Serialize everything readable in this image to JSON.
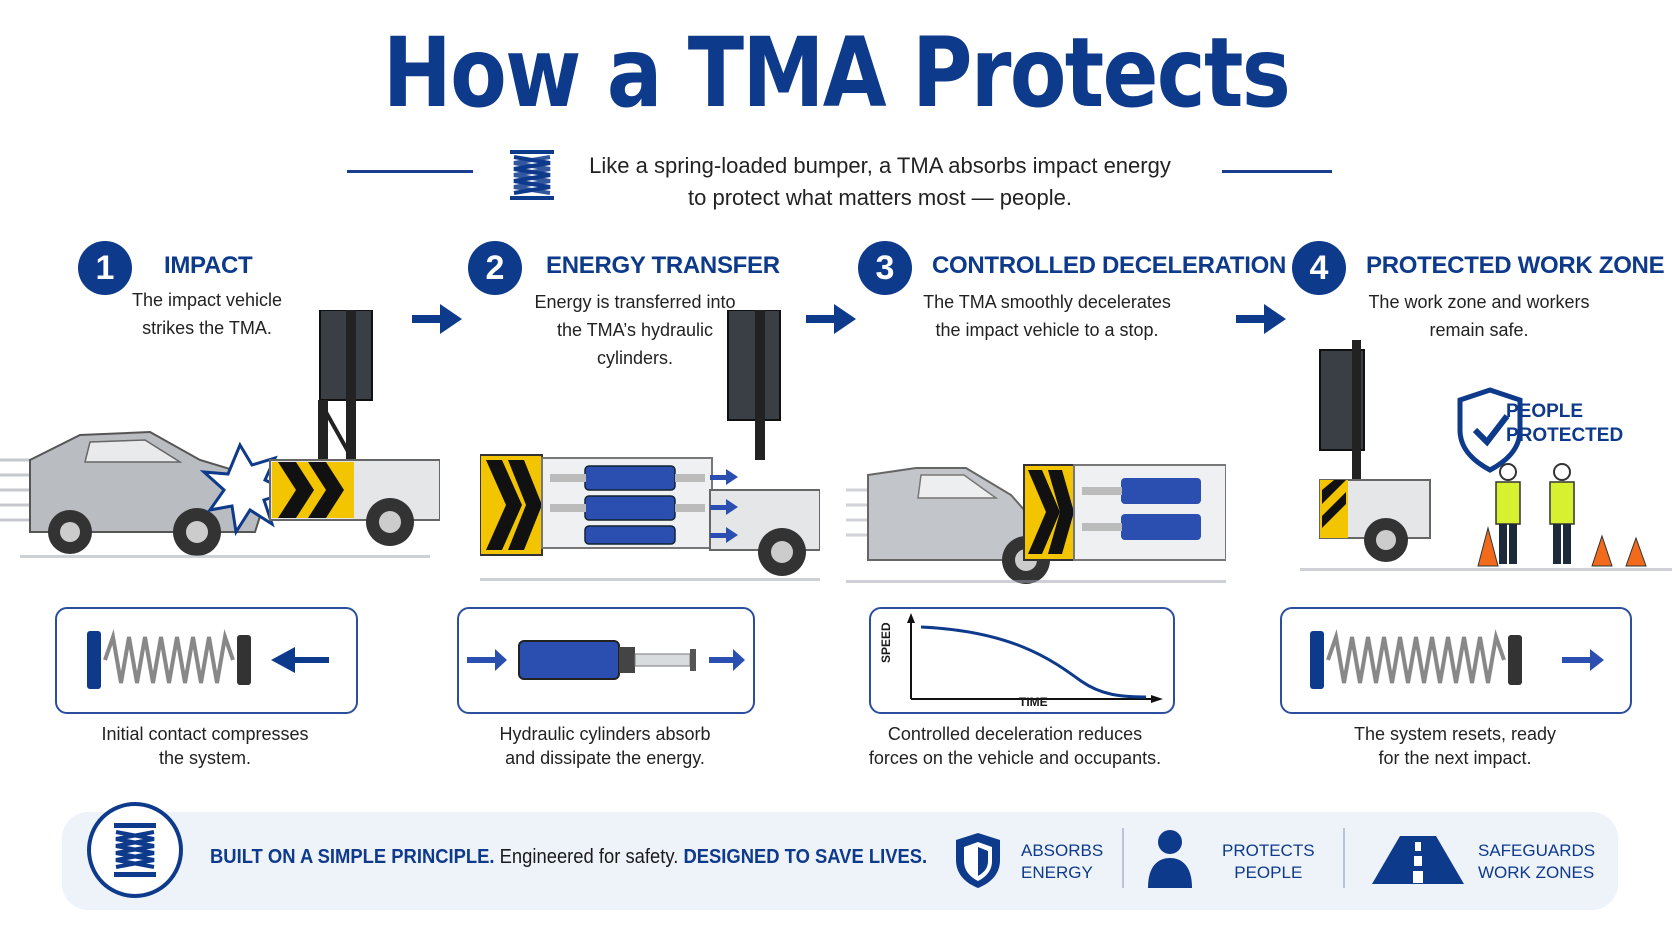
{
  "title": "How a TMA Protects",
  "subtitle": {
    "line1": "Like a spring-loaded bumper, a TMA absorbs impact energy",
    "line2": "to protect what matters most — people."
  },
  "steps": [
    {
      "num": "1",
      "title": "IMPACT",
      "desc": [
        "The impact vehicle",
        "strikes the TMA."
      ],
      "caption": [
        "Initial contact compresses",
        "the system."
      ]
    },
    {
      "num": "2",
      "title": "ENERGY TRANSFER",
      "desc": [
        "Energy is transferred into",
        "the TMA’s hydraulic",
        "cylinders."
      ],
      "caption": [
        "Hydraulic cylinders absorb",
        "and dissipate the energy."
      ]
    },
    {
      "num": "3",
      "title": "CONTROLLED DECELERATION",
      "desc": [
        "The TMA smoothly decelerates",
        "the impact vehicle to a stop."
      ],
      "caption": [
        "Controlled deceleration reduces",
        "forces on the vehicle and occupants."
      ]
    },
    {
      "num": "4",
      "title": "PROTECTED WORK ZONE",
      "desc": [
        "The work zone and workers",
        "remain safe."
      ],
      "caption": [
        "The system resets, ready",
        "for the next impact."
      ]
    }
  ],
  "badge": {
    "line1": "PEOPLE",
    "line2": "PROTECTED"
  },
  "graph": {
    "xlabel": "TIME",
    "ylabel": "SPEED"
  },
  "footer": {
    "bold1": "BUILT ON A SIMPLE PRINCIPLE.",
    "plain": "Engineered for safety.",
    "bold2": "DESIGNED TO SAVE LIVES.",
    "features": [
      {
        "icon": "shield-icon",
        "line1": "ABSORBS",
        "line2": "ENERGY"
      },
      {
        "icon": "person-icon",
        "line1": "PROTECTS",
        "line2": "PEOPLE"
      },
      {
        "icon": "road-icon",
        "line1": "SAFEGUARDS",
        "line2": "WORK ZONES"
      }
    ]
  },
  "colors": {
    "brand": "#0e3a8c",
    "accent_yellow": "#f2c500",
    "cylinder": "#2a4fb0",
    "cone": "#f26a1b",
    "vest": "#d7f030"
  }
}
